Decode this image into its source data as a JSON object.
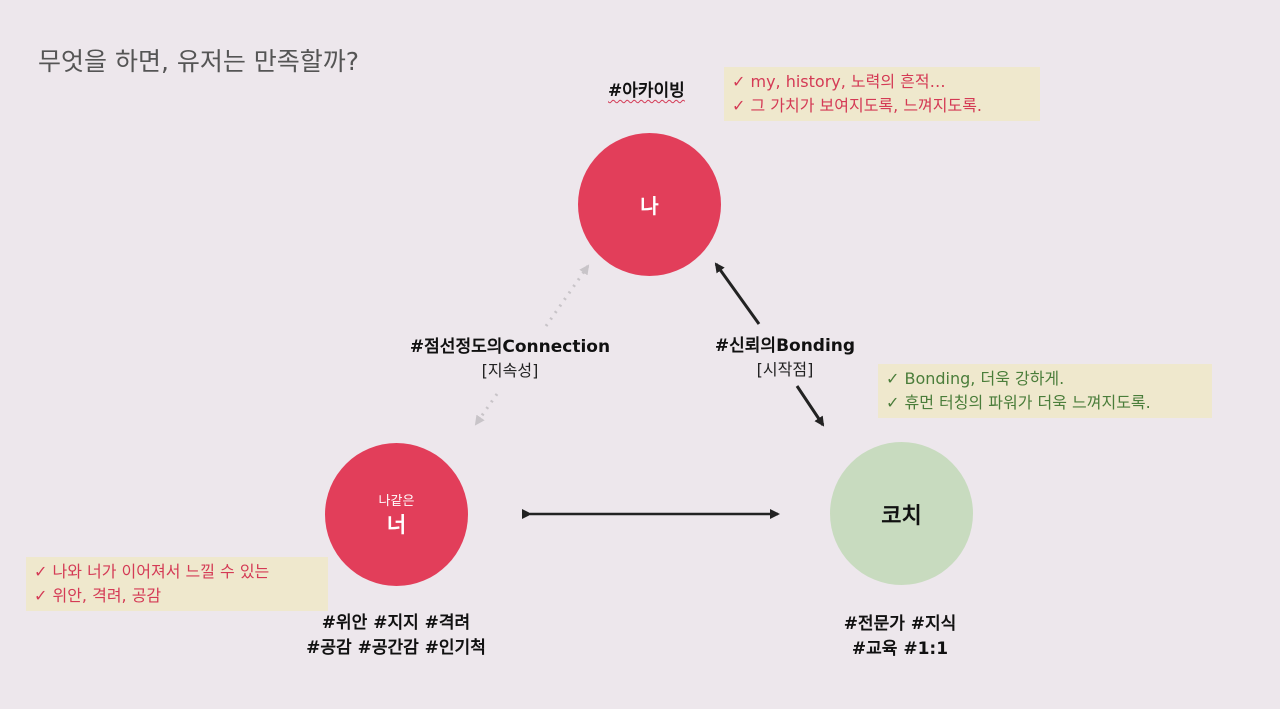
{
  "title": "무엇을 하면, 유저는 만족할까?",
  "nodes": {
    "me": {
      "label": "나",
      "color": "#e23e5a",
      "tag": "#아카이빙"
    },
    "you": {
      "small_label": "나같은",
      "label": "너",
      "color": "#e23e5a",
      "tags_line1": "#위안 #지지 #격려",
      "tags_line2": "#공감 #공간감 #인기척"
    },
    "coach": {
      "label": "코치",
      "color": "#c8dbbf",
      "tags_line1": "#전문가 #지식",
      "tags_line2": "#교육 #1:1"
    }
  },
  "links": {
    "connection": {
      "label": "#점선정도의Connection",
      "sub": "[지속성]"
    },
    "bonding": {
      "label": "#신뢰의Bonding",
      "sub": "[시작점]"
    }
  },
  "notes": {
    "me": [
      "✓ my, history, 노력의 흔적…",
      "✓ 그 가치가 보여지도록, 느껴지도록."
    ],
    "coach": [
      "✓ Bonding, 더욱 강하게.",
      "✓ 휴먼 터칭의 파워가 더욱 느껴지도록."
    ],
    "you": [
      "✓ 나와 너가 이어져서 느낄 수 있는",
      "✓ 위안, 격려, 공감"
    ]
  },
  "colors": {
    "background": "#ede7ec",
    "accent_red": "#e23e5a",
    "accent_green": "#c8dbbf",
    "note_bg": "#efe8cd"
  }
}
